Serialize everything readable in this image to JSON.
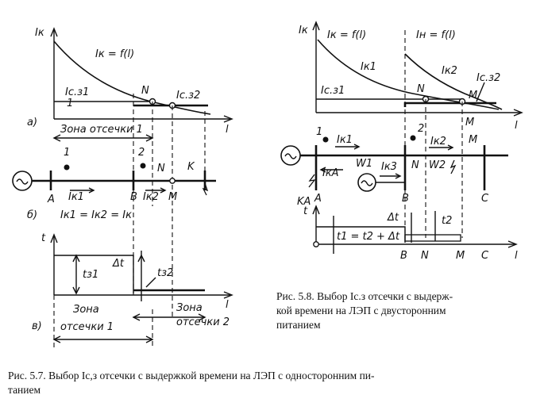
{
  "fig57": {
    "top": {
      "y_axis": "Iк",
      "x_axis": "l",
      "curve_label": "Iк = f(l)",
      "ics1": "Iс.з1",
      "ics2": "Iс.з2",
      "level_1": "1",
      "point_n": "N",
      "panel_a": "а)",
      "zone1": "Зона отсечки 1"
    },
    "line": {
      "relay1": "1",
      "relay2": "2",
      "A": "A",
      "B": "B",
      "N": "N",
      "M": "M",
      "K": "K",
      "ik1": "Iк1",
      "ik2": "Iк2",
      "panel_b": "б)",
      "equation": "Iк1 = Iк2 = Iк"
    },
    "time": {
      "t_axis": "t",
      "x_axis": "l",
      "ts1": "tз1",
      "ts2": "tз2",
      "dt": "Δt",
      "panel_c": "в)",
      "zone1_a": "Зона",
      "zone1_b": "отсечки 1",
      "zone2_a": "Зона",
      "zone2_b": "отсечки 2"
    },
    "caption": "Рис. 5.7. Выбор Iс.з отсечки с выдержкой времени на ЛЭП с односторонним питанием",
    "caption_line1": "Рис. 5.7. Выбор Iс,з отсечки с выдержкой времени на ЛЭП с односторонним пи-",
    "caption_line2": "танием"
  },
  "fig58": {
    "top": {
      "y_axis": "Iк",
      "curve1": "Iк = f(l)",
      "curve2": "Iн = f(l)",
      "ik1": "Iк1",
      "ik2": "Iк2",
      "ics1": "Iс.з1",
      "ics2": "Iс.з2",
      "N": "N",
      "M": "M",
      "M2": "M",
      "x_axis": "l"
    },
    "line": {
      "relay1": "1",
      "relay2": "2",
      "ik1": "Iк1",
      "ik2": "Iк2",
      "M": "M",
      "w1": "W1",
      "w2": "W2",
      "ik3": "Iк3",
      "ika": "IкA",
      "N": "N",
      "A": "A",
      "B": "B",
      "C": "C",
      "KA": "KA"
    },
    "time": {
      "t_axis": "t",
      "dt": "Δt",
      "t2": "t2",
      "eq": "t1 = t2 + Δt",
      "B": "B",
      "N": "N",
      "M": "M",
      "C": "C",
      "x_axis": "l"
    },
    "caption_line1": "Рис. 5.8. Выбор Iс.з отсечки с выдерж-",
    "caption_line2": "кой времени на ЛЭП с двусторонним",
    "caption_line3": "питанием"
  }
}
